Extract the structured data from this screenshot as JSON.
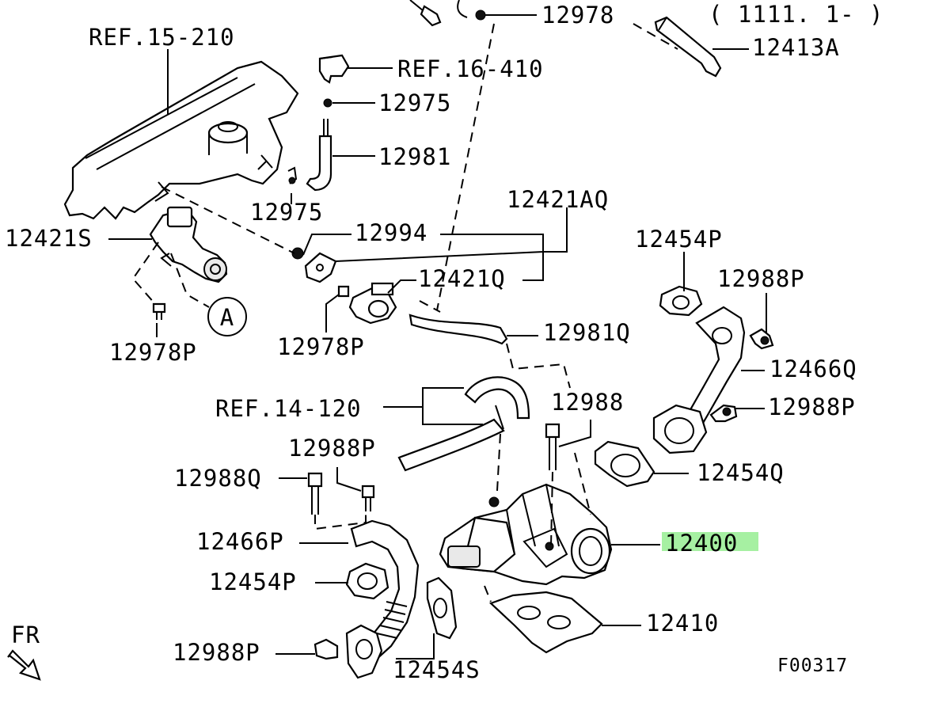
{
  "diagram": {
    "figure_code": "F00317",
    "serial_range": "( 1111. 1- )",
    "highlight_color": "#a6f0a2",
    "direction_label": "FR",
    "labels": {
      "ref_15_210": "REF.15-210",
      "ref_16_410": "REF.16-410",
      "ref_14_120": "REF.14-120",
      "p12978": "12978",
      "p12413a": "12413A",
      "p12975_top": "12975",
      "p12981": "12981",
      "p12975_bottom": "12975",
      "p12421aq": "12421AQ",
      "p12421s": "12421S",
      "p12994": "12994",
      "p12421q": "12421Q",
      "p12454p_top": "12454P",
      "p12988p_top": "12988P",
      "callout_a": "A",
      "p12978p_left": "12978P",
      "p12978p_mid": "12978P",
      "p12981q": "12981Q",
      "p12466q": "12466Q",
      "p12988": "12988",
      "p12988p_right": "12988P",
      "p12988p_left": "12988P",
      "p12454q": "12454Q",
      "p12988q": "12988Q",
      "p12400": "12400",
      "p12466p": "12466P",
      "p12454p_left": "12454P",
      "p12410": "12410",
      "p12988p_bottom": "12988P",
      "p12454s": "12454S"
    }
  }
}
